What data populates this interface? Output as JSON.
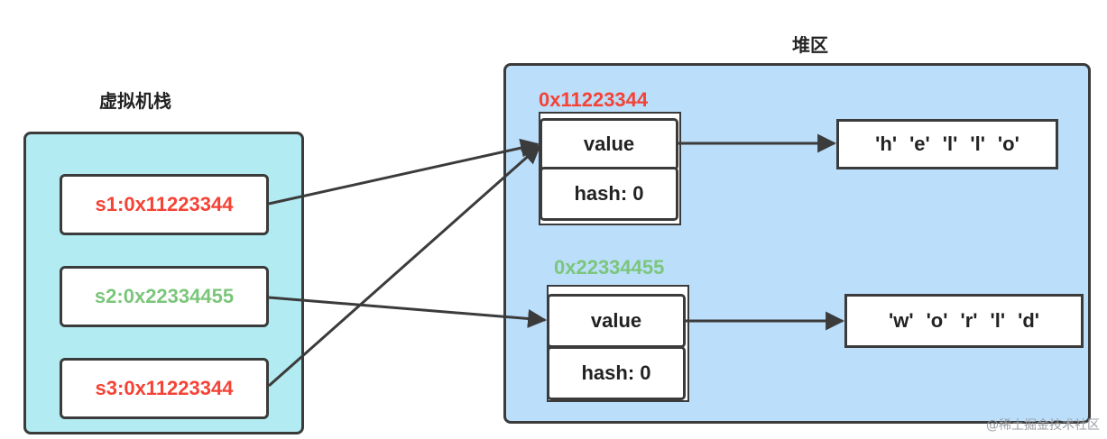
{
  "labels": {
    "stack": "虚拟机栈",
    "heap": "堆区"
  },
  "stack_vars": [
    {
      "text": "s1:0x11223344",
      "color": "#f44336"
    },
    {
      "text": "s2:0x22334455",
      "color": "#7bc67b"
    },
    {
      "text": "s3:0x11223344",
      "color": "#f44336"
    }
  ],
  "heap_objects": [
    {
      "address": "0x11223344",
      "address_color": "#f44336",
      "value_label": "value",
      "hash_label": "hash: 0",
      "chars": [
        "'h'",
        "'e'",
        "'l'",
        "'l'",
        "'o'"
      ]
    },
    {
      "address": "0x22334455",
      "address_color": "#7bc67b",
      "value_label": "value",
      "hash_label": "hash: 0",
      "chars": [
        "'w'",
        "'o'",
        "'r'",
        "'l'",
        "'d'"
      ]
    }
  ],
  "colors": {
    "stack_bg": "#b2ebf2",
    "heap_bg": "#bbdefb",
    "border": "#3b3b3b"
  },
  "watermark": "@稀土掘金技术社区"
}
